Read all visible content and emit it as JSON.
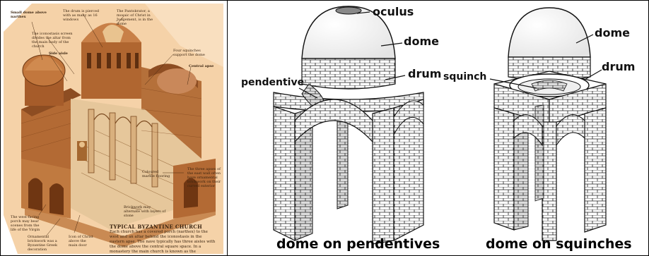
{
  "left_panel": {
    "labels": {
      "small_dome": "Small dome above narthex",
      "drum": "The drum is pierced with as many as 16 windows",
      "pantokrator": "The Pantokrator, a mosaic of Christ in Judgement, is in the dome",
      "iconostasis": "The iconostasis screen divides the altar from the main body of the church",
      "side_aisle": "Side aisle",
      "squinches": "Four squinches support the dome",
      "central_apse": "Central apse",
      "marble_floor": "Coloured marble flooring",
      "three_apses": "The three apses of the east wall often have ornamental brickwork on their curved exterior",
      "brickwork_band": "Brickwork may alternate with layers of stone",
      "west_porch": "The west-facing porch may bear scenes from the life of the Virgin",
      "ornamental_brickwork": "Ornamental brickwork was a Byzantine Greek decoration",
      "icon_of_christ": "Icon of Christ above the main door"
    },
    "plaque_title": "TYPICAL BYZANTINE CHURCH",
    "plaque_text": "Each church has a covered porch (narthex) to the west and an altar behind the iconostasis in the eastern apse. The nave typically has three aisles with the dome above the central square space. In a monastery the main church is known as the katholikon."
  },
  "right_panel": {
    "left_labels": {
      "oculus": "oculus",
      "dome": "dome",
      "pendentive": "pendentive",
      "drum": "drum"
    },
    "right_labels": {
      "dome": "dome",
      "drum": "drum",
      "squinch": "squinch"
    },
    "captions": {
      "left": "dome on pendentives",
      "right": "dome on squinches"
    }
  },
  "colors": {
    "paper": "#f5d2a8",
    "brick": "#b36a34",
    "stone": "#e6c79b",
    "ink": "#111111"
  }
}
